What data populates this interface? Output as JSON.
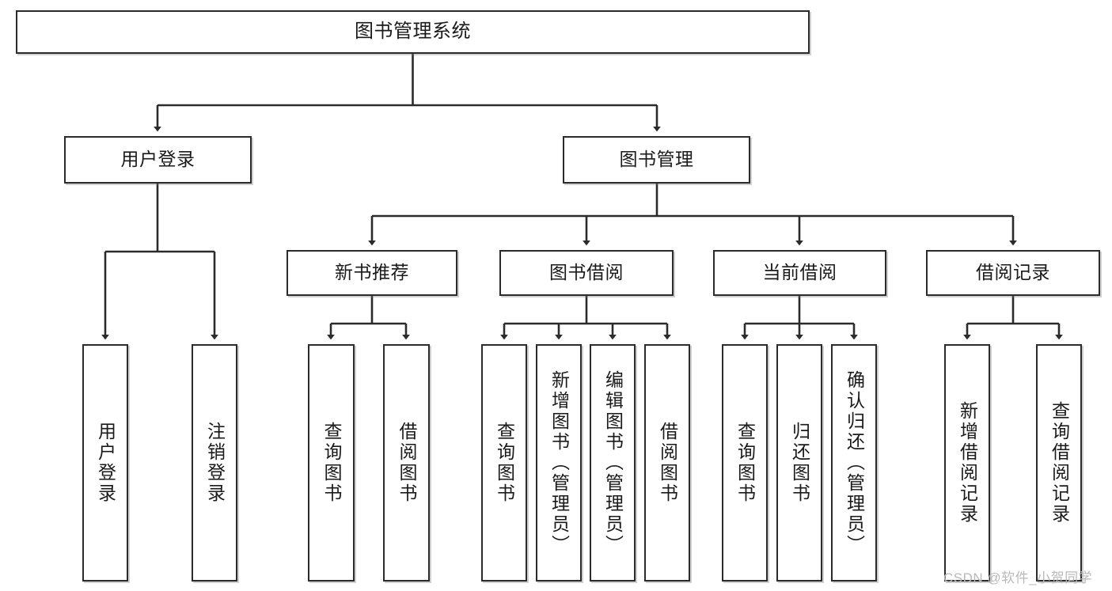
{
  "diagram": {
    "title": "图书管理系统",
    "type": "tree-hierarchy",
    "orientation": "top-down",
    "colors": {
      "node_border": "#2b2b2b",
      "node_fill": "#ffffff",
      "edge": "#2b2b2b",
      "text": "#1a1a1a",
      "watermark": "#b9b9b9",
      "background": "#ffffff"
    }
  },
  "nodes": {
    "root": {
      "label": "图书管理系统"
    },
    "level2": [
      {
        "label": "用户登录"
      },
      {
        "label": "图书管理"
      }
    ],
    "level3": [
      {
        "label": "新书推荐"
      },
      {
        "label": "图书借阅"
      },
      {
        "label": "当前借阅"
      },
      {
        "label": "借阅记录"
      }
    ],
    "leaves": {
      "user_login": [
        {
          "label": "用户登录"
        },
        {
          "label": "注销登录"
        }
      ],
      "new_book_recommend": [
        {
          "label": "查询图书"
        },
        {
          "label": "借阅图书"
        }
      ],
      "book_borrow": [
        {
          "label": "查询图书"
        },
        {
          "label": "新增图书（管理员）"
        },
        {
          "label": "编辑图书（管理员）"
        },
        {
          "label": "借阅图书"
        }
      ],
      "current_borrow": [
        {
          "label": "查询图书"
        },
        {
          "label": "归还图书"
        },
        {
          "label": "确认归还（管理员）"
        }
      ],
      "borrow_record": [
        {
          "label": "新增借阅记录"
        },
        {
          "label": "查询借阅记录"
        }
      ]
    }
  },
  "watermark": {
    "text": "CSDN @软件_小贺同学"
  }
}
